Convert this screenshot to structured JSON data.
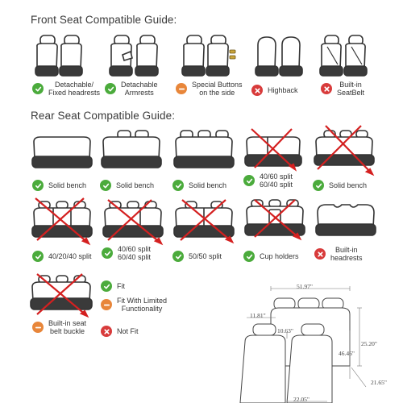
{
  "front": {
    "title": "Front Seat Compatible Guide:",
    "items": [
      {
        "status": "fit",
        "lines": [
          "Detachable/",
          "Fixed headrests"
        ]
      },
      {
        "status": "fit",
        "lines": [
          "Detachable",
          "Armrests"
        ]
      },
      {
        "status": "limited",
        "lines": [
          "Special Buttons",
          "on the side"
        ]
      },
      {
        "status": "notfit",
        "lines": [
          "Highback"
        ]
      },
      {
        "status": "notfit",
        "lines": [
          "Built-in",
          "SeatBelt"
        ]
      }
    ]
  },
  "rear": {
    "title": "Rear Seat Compatible Guide:",
    "row1": [
      {
        "status": "fit",
        "lines": [
          "Solid bench"
        ]
      },
      {
        "status": "fit",
        "lines": [
          "Solid bench"
        ]
      },
      {
        "status": "fit",
        "lines": [
          "Solid bench"
        ]
      },
      {
        "status": "fit",
        "lines": [
          "40/60 split",
          "60/40 split"
        ]
      },
      {
        "status": "fit",
        "lines": [
          "Solid bench"
        ]
      }
    ],
    "row2": [
      {
        "status": "fit",
        "lines": [
          "40/20/40 split"
        ]
      },
      {
        "status": "fit",
        "lines": [
          "40/60 split",
          "60/40 split"
        ]
      },
      {
        "status": "fit",
        "lines": [
          "50/50 split"
        ]
      },
      {
        "status": "fit",
        "lines": [
          "Cup holders"
        ]
      },
      {
        "status": "notfit",
        "lines": [
          "Built-in",
          "headrests"
        ]
      }
    ],
    "row3": [
      {
        "status": "limited",
        "lines": [
          "Built-in seat",
          "belt buckle"
        ]
      }
    ]
  },
  "legend": [
    {
      "status": "fit",
      "lines": [
        "Fit"
      ]
    },
    {
      "status": "limited",
      "lines": [
        "Fit With Limited",
        "Functionality"
      ]
    },
    {
      "status": "notfit",
      "lines": [
        "Not Fit"
      ]
    }
  ],
  "dimensions": {
    "width_top": "51.97\"",
    "left_height": "11.81\"",
    "headrest": "10.63\"",
    "right_height": "25.20\"",
    "back_height": "46.46\"",
    "seat_depth": "21.65\"",
    "bottom": "22.05\""
  },
  "colors": {
    "fit": "#4bab3c",
    "limited": "#e8863a",
    "notfit": "#d83b3b",
    "cross": "#d42020"
  }
}
